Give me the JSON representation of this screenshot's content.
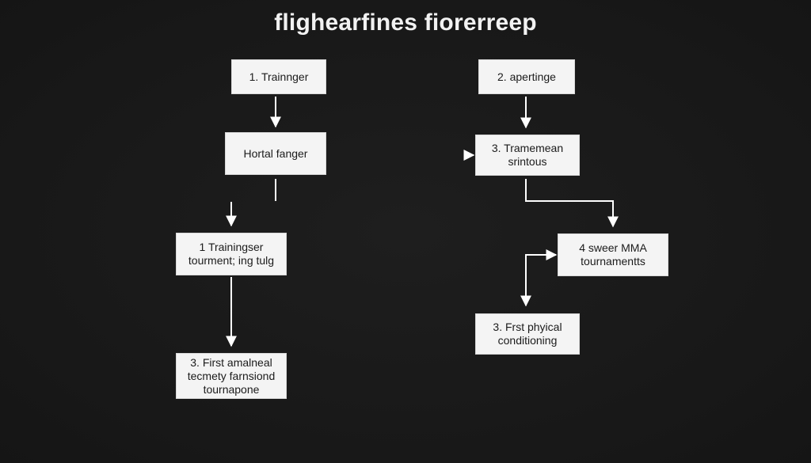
{
  "title": "flighearfines fiorerreep",
  "nodes": {
    "n1": {
      "lines": [
        "1. Trainnger"
      ]
    },
    "n2": {
      "lines": [
        "Hortal fanger"
      ]
    },
    "n3": {
      "lines": [
        "1 Trainingser",
        "tourment; ing tulg"
      ]
    },
    "n4": {
      "lines": [
        "3. First amalneal",
        "tecmety farnsiond",
        "tournapone"
      ]
    },
    "n5": {
      "lines": [
        "2. apertinge"
      ]
    },
    "n6": {
      "lines": [
        "3. Tramemean",
        "srintous"
      ]
    },
    "n7": {
      "lines": [
        "4 sweer MMA",
        "tournamentts"
      ]
    },
    "n8": {
      "lines": [
        "3. Frst phyical",
        "conditioning"
      ]
    }
  },
  "colors": {
    "background": "#181818",
    "node_fill": "#f4f4f4",
    "node_text": "#1b1b1b",
    "connector": "#ffffff",
    "title": "#f2f2f2"
  }
}
